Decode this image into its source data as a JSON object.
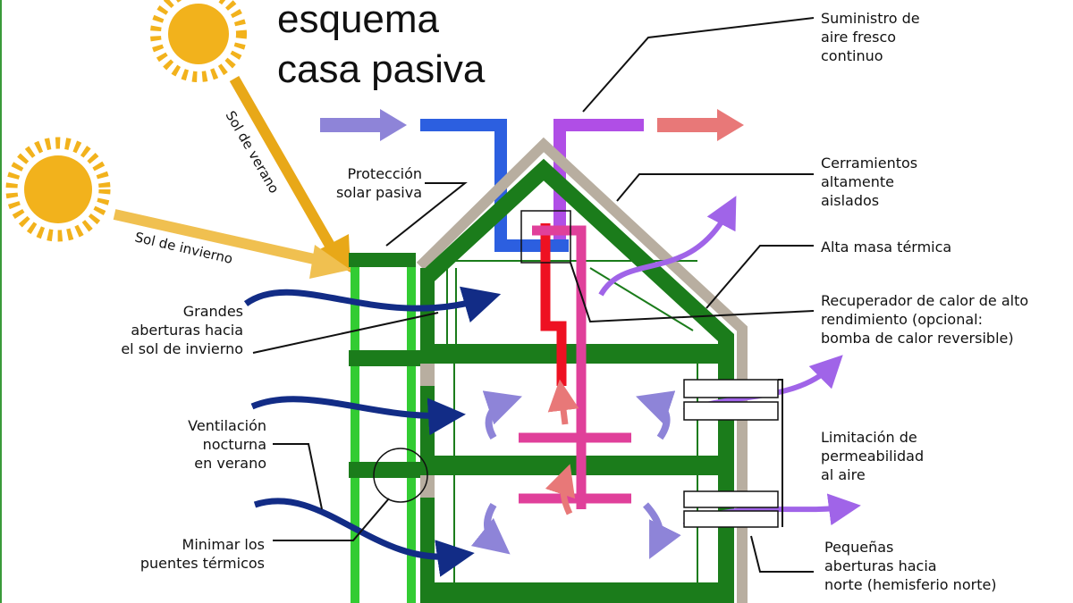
{
  "title": [
    "esquema",
    "casa pasiva"
  ],
  "sun_labels": {
    "summer": "Sol de verano",
    "winter": "Sol de invierno"
  },
  "labels": {
    "supply": [
      "Suministro de",
      "aire fresco",
      "continuo"
    ],
    "enclosure": [
      "Cerramientos",
      "altamente",
      "aislados"
    ],
    "mass": [
      "Alta masa térmica"
    ],
    "recovery": [
      "Recuperador de calor de alto",
      "rendimiento (opcional:",
      "bomba de calor reversible)"
    ],
    "airtight": [
      "Limitación de",
      "permeabilidad",
      "al aire"
    ],
    "north": [
      "Pequeñas",
      "aberturas hacia",
      "norte (hemisferio norte)"
    ],
    "shading": [
      "Protección",
      "solar pasiva"
    ],
    "openings": [
      "Grandes",
      "aberturas hacia",
      "el sol de invierno"
    ],
    "night": [
      "Ventilación",
      "nocturna",
      "en verano"
    ],
    "bridges": [
      "Minimar los",
      "puentes térmicos"
    ]
  },
  "colors": {
    "sun": "#f2b21c",
    "ray": "#f0bb3c",
    "dark_green": "#1b7c1b",
    "light_green": "#33cc33",
    "roof_gray": "#b8aea0",
    "duct_blue": "#2c5fe0",
    "duct_purple": "#b04ee6",
    "pipe_red": "#ee1122",
    "pipe_pink": "#e0409a",
    "wind_blue": "#122c86",
    "arrow_purple": "#a064e8",
    "arrow_salmon": "#e87878",
    "arrow_lilac": "#8e84d8"
  }
}
